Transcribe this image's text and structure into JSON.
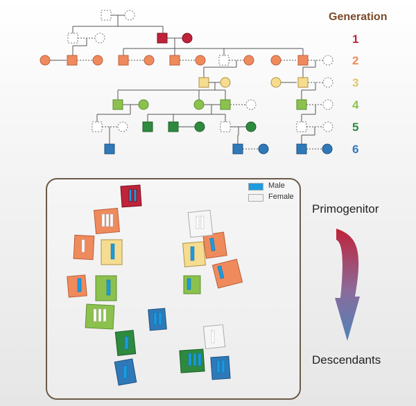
{
  "header": {
    "title": "Generation"
  },
  "generations": [
    {
      "number": "1",
      "color": "#c0233a"
    },
    {
      "number": "2",
      "color": "#ef8a5d"
    },
    {
      "number": "3",
      "color": "#e3c66a"
    },
    {
      "number": "4",
      "color": "#8cc14e"
    },
    {
      "number": "5",
      "color": "#2e8a3e"
    },
    {
      "number": "6",
      "color": "#2f79b8"
    }
  ],
  "legend": {
    "male_label": "Male",
    "male_color": "#1b9be0",
    "female_label": "Female",
    "female_color": "#f2f2f2"
  },
  "arrow": {
    "top_label": "Primogenitor",
    "bottom_label": "Descendants"
  }
}
